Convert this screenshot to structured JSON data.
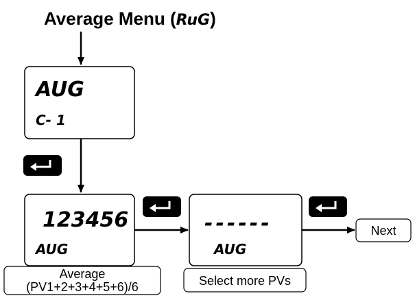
{
  "title": {
    "text": "Average Menu (",
    "code": "RuG",
    "close": ")"
  },
  "screen_1": {
    "line1": "AUG",
    "line2": "C- 1"
  },
  "screen_2": {
    "line1": "123456",
    "line2": "AUG"
  },
  "screen_3": {
    "line1": "------",
    "line2": "AUG"
  },
  "caption_average": {
    "line1": "Average",
    "line2": "(PV1+2+3+4+5+6)/6"
  },
  "caption_select": "Select more PVs",
  "next_label": "Next",
  "enter_key_icon": "enter-return-icon"
}
